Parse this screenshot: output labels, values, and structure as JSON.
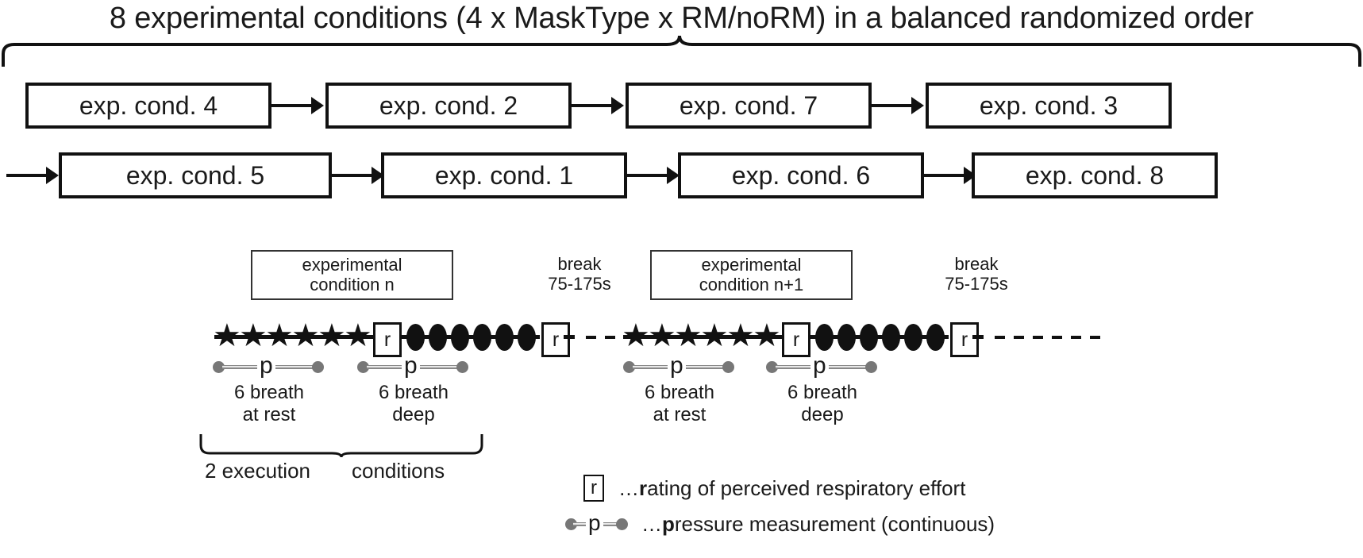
{
  "title": "8 experimental conditions (4 x MaskType x RM/noRM) in a balanced randomized order",
  "flow": {
    "row1": [
      {
        "label": "exp. cond. 4"
      },
      {
        "label": "exp. cond. 2"
      },
      {
        "label": "exp. cond. 7"
      },
      {
        "label": "exp. cond. 3"
      }
    ],
    "row2": [
      {
        "label": "exp. cond. 5"
      },
      {
        "label": "exp. cond. 1"
      },
      {
        "label": "exp. cond. 6"
      },
      {
        "label": "exp. cond. 8"
      }
    ]
  },
  "timeline": {
    "block1": {
      "box_line1": "experimental",
      "box_line2": "condition  n",
      "rating_label": "r",
      "p_label": "p",
      "rest_line1": "6 breath",
      "rest_line2": "at rest",
      "deep_line1": "6 breath",
      "deep_line2": "deep"
    },
    "break1": {
      "line1": "break",
      "line2": "75-175s"
    },
    "block2": {
      "box_line1": "experimental",
      "box_line2": "condition  n+1",
      "rating_label": "r",
      "p_label": "p",
      "rest_line1": "6 breath",
      "rest_line2": "at rest",
      "deep_line1": "6 breath",
      "deep_line2": "deep"
    },
    "break2": {
      "line1": "break",
      "line2": "75-175s"
    }
  },
  "bottom_caption": {
    "left": "2 execution",
    "right": "conditions"
  },
  "legend": {
    "rating": {
      "symbol": "r",
      "prefix": "…",
      "bold": "r",
      "text": "ating of perceived respiratory effort"
    },
    "pressure": {
      "symbol": "p",
      "prefix": "…",
      "bold": "p",
      "text": "ressure measurement (continuous)"
    }
  },
  "symbols": {
    "star_glyph": "★",
    "star_count": 6,
    "ellipse_count": 6
  },
  "colors": {
    "ink": "#111111",
    "gray_dot": "#777777",
    "background": "#ffffff"
  }
}
